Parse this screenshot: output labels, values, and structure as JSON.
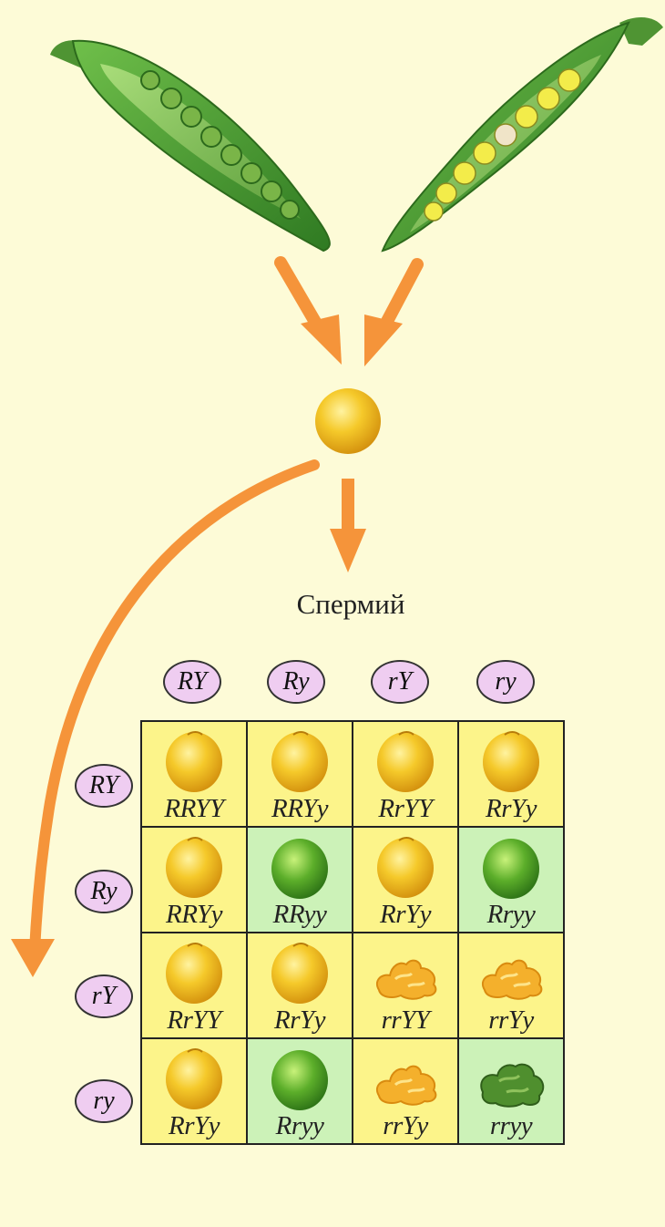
{
  "title": "Спермий",
  "columns": [
    "RY",
    "Ry",
    "rY",
    "ry"
  ],
  "rows": [
    "RY",
    "Ry",
    "rY",
    "ry"
  ],
  "colors": {
    "background": "#fdfbd7",
    "arrow": "#f5943a",
    "gamete_fill": "#efcdf1",
    "cell_yellow": "#fcf48a",
    "cell_green": "#ccf2b8"
  },
  "cells": [
    [
      {
        "genotype": "RRYY",
        "seed": "round-yellow"
      },
      {
        "genotype": "RRYy",
        "seed": "round-yellow"
      },
      {
        "genotype": "RrYY",
        "seed": "round-yellow"
      },
      {
        "genotype": "RrYy",
        "seed": "round-yellow"
      }
    ],
    [
      {
        "genotype": "RRYy",
        "seed": "round-yellow"
      },
      {
        "genotype": "RRyy",
        "seed": "round-green"
      },
      {
        "genotype": "RrYy",
        "seed": "round-yellow"
      },
      {
        "genotype": "Rryy",
        "seed": "round-green"
      }
    ],
    [
      {
        "genotype": "RrYY",
        "seed": "round-yellow"
      },
      {
        "genotype": "RrYy",
        "seed": "round-yellow"
      },
      {
        "genotype": "rrYY",
        "seed": "wrinkled-yellow"
      },
      {
        "genotype": "rrYy",
        "seed": "wrinkled-yellow"
      }
    ],
    [
      {
        "genotype": "RrYy",
        "seed": "round-yellow"
      },
      {
        "genotype": "Rryy",
        "seed": "round-green"
      },
      {
        "genotype": "rrYy",
        "seed": "wrinkled-yellow"
      },
      {
        "genotype": "rryy",
        "seed": "wrinkled-green"
      }
    ]
  ]
}
